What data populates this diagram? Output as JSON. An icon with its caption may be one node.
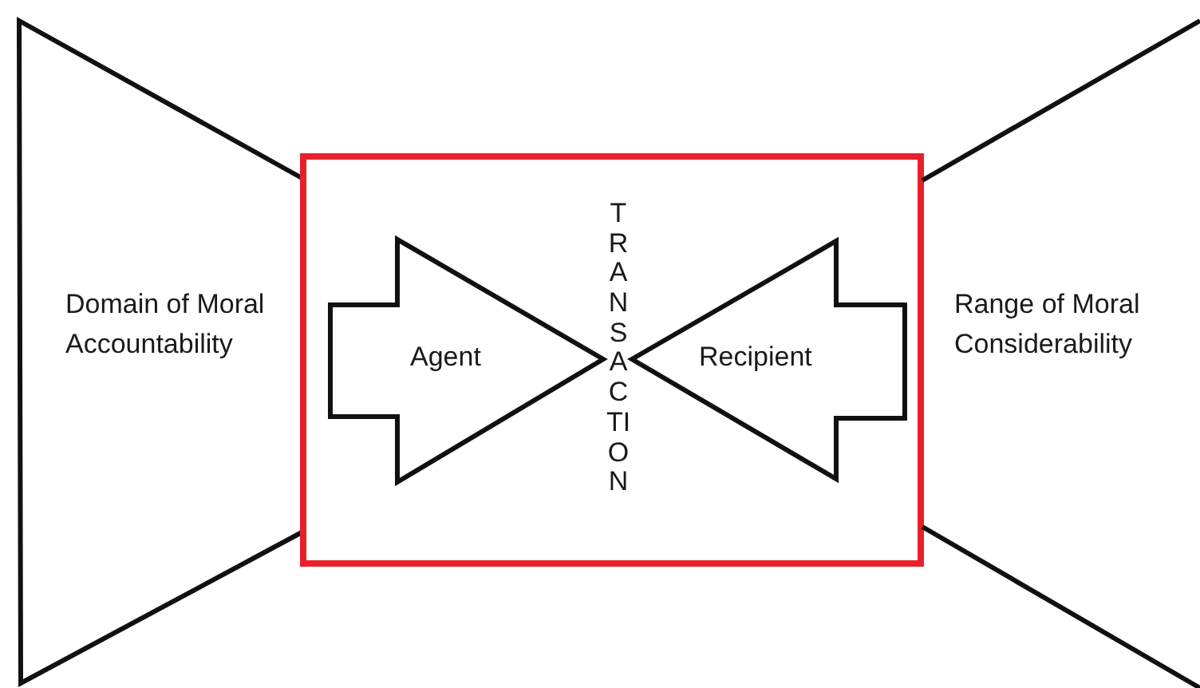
{
  "diagram": {
    "nodes": [
      {
        "text": [
          "Domain of Moral Accountability"
        ]
      },
      {
        "text": [
          "TRANSACTION"
        ]
      },
      {
        "text": [
          "Agent"
        ],
        "in": 1
      },
      {
        "text": [
          "Recipient"
        ],
        "in": 1
      },
      {
        "text": [
          "Range of Moral Considerability"
        ]
      }
    ]
  }
}
